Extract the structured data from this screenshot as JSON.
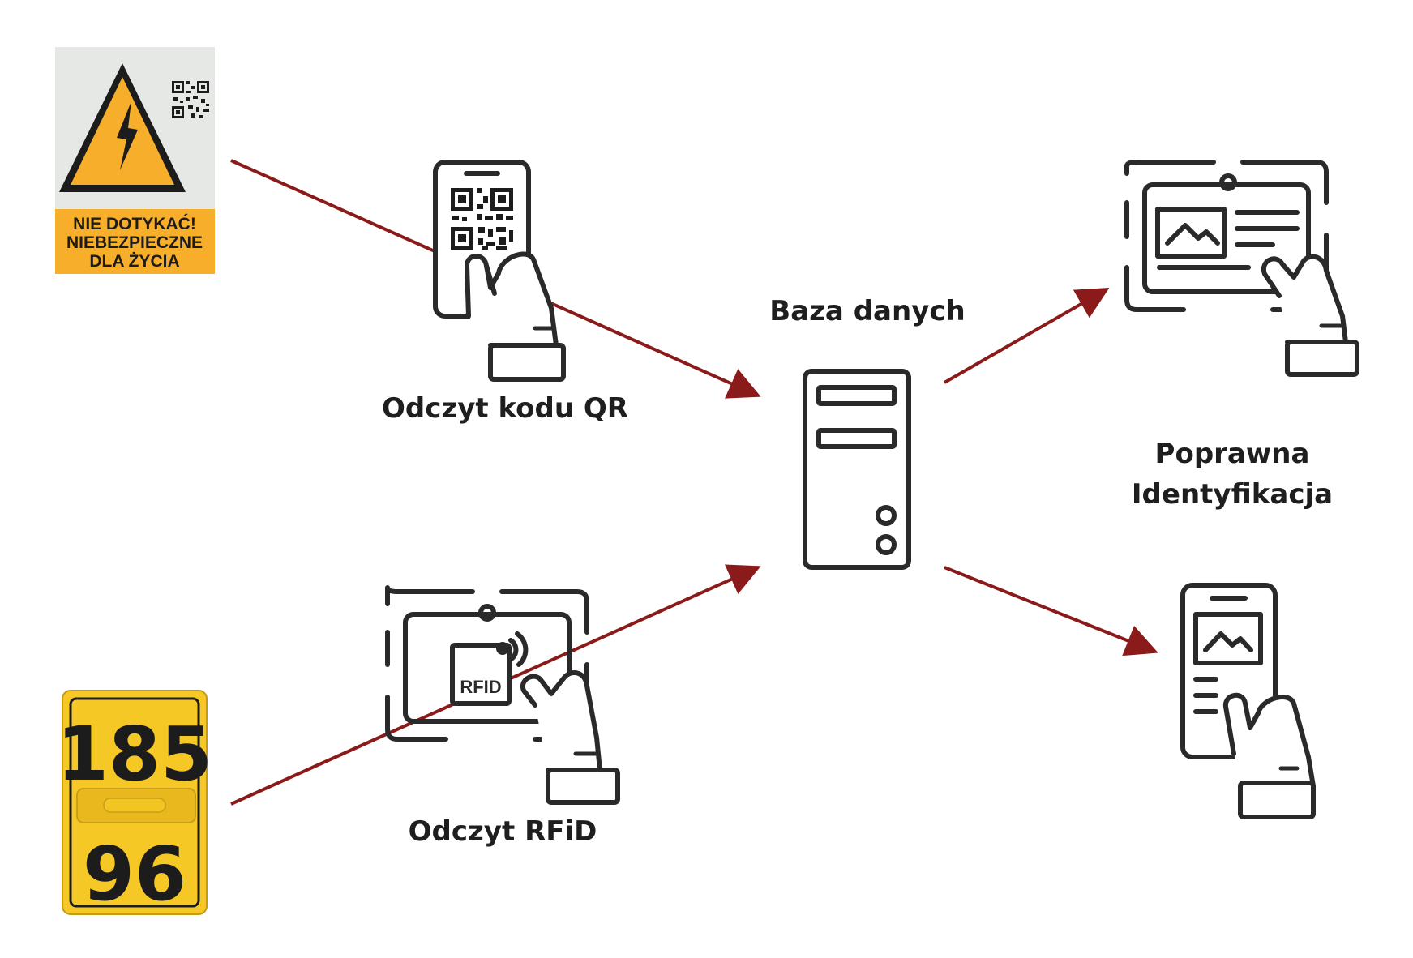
{
  "labels": {
    "qr": "Odczyt kodu QR",
    "rfid": "Odczyt RFiD",
    "db": "Baza danych",
    "result_line1": "Poprawna",
    "result_line2": "Identyfikacja"
  },
  "warning_sign": {
    "line1": "NIE DOTYKAĆ!",
    "line2": "NIEBEZPIECZNE",
    "line3": "DLA ŻYCIA"
  },
  "plate": {
    "top": "185",
    "bottom": "96"
  },
  "tablet_tag": "RFID",
  "icons": [
    "warning-sign",
    "qr-code-icon",
    "smartphone-hand-icon",
    "tablet-hand-icon",
    "server-icon",
    "rfid-waves-icon",
    "image-placeholder-icon"
  ],
  "colors": {
    "arrow": "#8b1a1a",
    "stroke": "#2a2a2a",
    "sign_yellow": "#f7ae2a",
    "plate_yellow": "#f6c825"
  }
}
